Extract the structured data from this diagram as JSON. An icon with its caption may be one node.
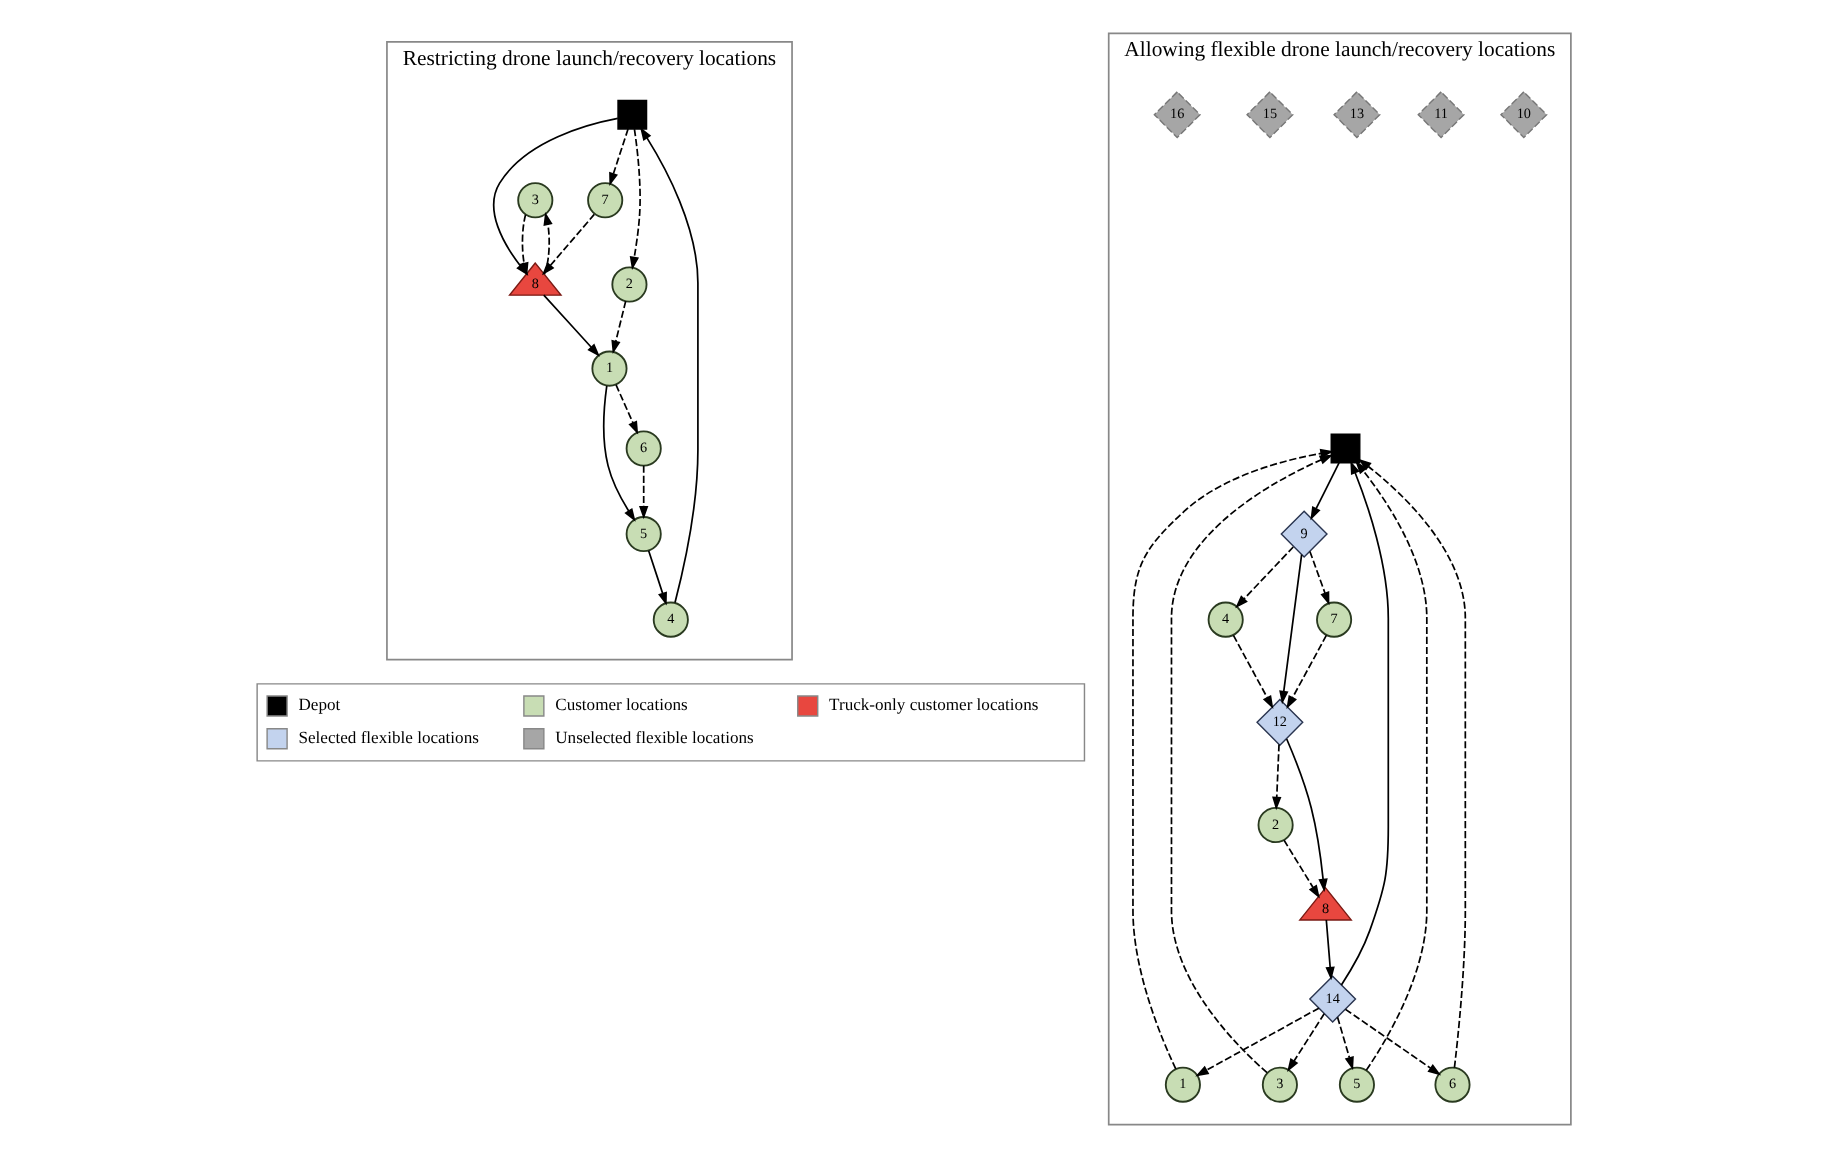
{
  "diagram": {
    "nodes": [
      {
        "text": [
          "Restricting drone launch/recovery locations"
        ]
      },
      {
        "text": [],
        "shape": "box",
        "in": 0
      },
      {
        "text": [
          "1"
        ],
        "in": 0
      },
      {
        "text": [
          "2"
        ],
        "in": 0
      },
      {
        "text": [
          "3"
        ],
        "in": 0
      },
      {
        "text": [
          "4"
        ],
        "in": 0
      },
      {
        "text": [
          "5"
        ],
        "in": 0
      },
      {
        "text": [
          "6"
        ],
        "in": 0
      },
      {
        "text": [
          "7"
        ],
        "in": 0
      },
      {
        "text": [
          "8"
        ],
        "in": 0
      },
      {
        "text": [
          "Allowing flexible drone launch/recovery locations"
        ]
      },
      {
        "text": [],
        "shape": "box",
        "in": 10
      },
      {
        "text": [
          "1"
        ],
        "in": 10
      },
      {
        "text": [
          "2"
        ],
        "in": 10
      },
      {
        "text": [
          "3"
        ],
        "in": 10
      },
      {
        "text": [
          "4"
        ],
        "in": 10
      },
      {
        "text": [
          "5"
        ],
        "in": 10
      },
      {
        "text": [
          "6"
        ],
        "in": 10
      },
      {
        "text": [
          "7"
        ],
        "in": 10
      },
      {
        "text": [
          "8"
        ],
        "in": 10
      },
      {
        "text": [
          "9"
        ],
        "in": 10
      },
      {
        "text": [
          "10"
        ],
        "in": 10
      },
      {
        "text": [
          "11"
        ],
        "in": 10
      },
      {
        "text": [
          "12"
        ],
        "in": 10
      },
      {
        "text": [
          "13"
        ],
        "in": 10
      },
      {
        "text": [
          "14"
        ],
        "in": 10
      },
      {
        "text": [
          "15"
        ],
        "in": 10
      },
      {
        "text": [
          "16"
        ],
        "in": 10
      }
    ],
    "edges": [
      {
        "from": 1,
        "to": 9,
        "arrow": "to"
      },
      {
        "from": 9,
        "to": 2,
        "arrow": "to"
      },
      {
        "from": 2,
        "to": 6,
        "arrow": "to"
      },
      {
        "from": 6,
        "to": 5,
        "arrow": "to"
      },
      {
        "from": 5,
        "to": 1,
        "arrow": "to"
      },
      {
        "from": 1,
        "to": 3,
        "arrow": "to",
        "style": "dashed"
      },
      {
        "from": 3,
        "to": 2,
        "arrow": "to",
        "style": "dashed"
      },
      {
        "from": 9,
        "to": 4,
        "arrow": "to",
        "style": "dashed"
      },
      {
        "from": 4,
        "to": 9,
        "arrow": "to",
        "style": "dashed"
      },
      {
        "from": 1,
        "to": 8,
        "arrow": "to",
        "style": "dashed"
      },
      {
        "from": 8,
        "to": 9,
        "arrow": "to",
        "style": "dashed"
      },
      {
        "from": 2,
        "to": 7,
        "arrow": "to",
        "style": "dashed"
      },
      {
        "from": 7,
        "to": 6,
        "arrow": "to",
        "style": "dashed"
      },
      {
        "from": 11,
        "to": 20,
        "arrow": "to"
      },
      {
        "from": 20,
        "to": 23,
        "arrow": "to"
      },
      {
        "from": 23,
        "to": 19,
        "arrow": "to"
      },
      {
        "from": 19,
        "to": 25,
        "arrow": "to"
      },
      {
        "from": 25,
        "to": 11,
        "arrow": "to"
      },
      {
        "from": 20,
        "to": 18,
        "arrow": "to",
        "style": "dashed"
      },
      {
        "from": 18,
        "to": 23,
        "arrow": "to",
        "style": "dashed"
      },
      {
        "from": 20,
        "to": 15,
        "arrow": "to",
        "style": "dashed"
      },
      {
        "from": 15,
        "to": 23,
        "arrow": "to",
        "style": "dashed"
      },
      {
        "from": 23,
        "to": 13,
        "arrow": "to",
        "style": "dashed"
      },
      {
        "from": 13,
        "to": 19,
        "arrow": "to",
        "style": "dashed"
      },
      {
        "from": 25,
        "to": 14,
        "arrow": "to",
        "style": "dashed"
      },
      {
        "from": 14,
        "to": 11,
        "arrow": "to",
        "style": "dashed"
      },
      {
        "from": 25,
        "to": 12,
        "arrow": "to",
        "style": "dashed"
      },
      {
        "from": 12,
        "to": 11,
        "arrow": "to",
        "style": "dashed"
      },
      {
        "from": 25,
        "to": 17,
        "arrow": "to",
        "style": "dashed"
      },
      {
        "from": 17,
        "to": 11,
        "arrow": "to",
        "style": "dashed"
      },
      {
        "from": 25,
        "to": 16,
        "arrow": "to",
        "style": "dashed"
      },
      {
        "from": 16,
        "to": 11,
        "arrow": "to",
        "style": "dashed"
      }
    ],
    "legend": [
      {
        "text": "Depot"
      },
      {
        "text": "Customer locations"
      },
      {
        "text": "Truck-only customer locations"
      },
      {
        "text": "Selected flexible locations"
      },
      {
        "text": "Unselected flexible locations"
      }
    ]
  }
}
